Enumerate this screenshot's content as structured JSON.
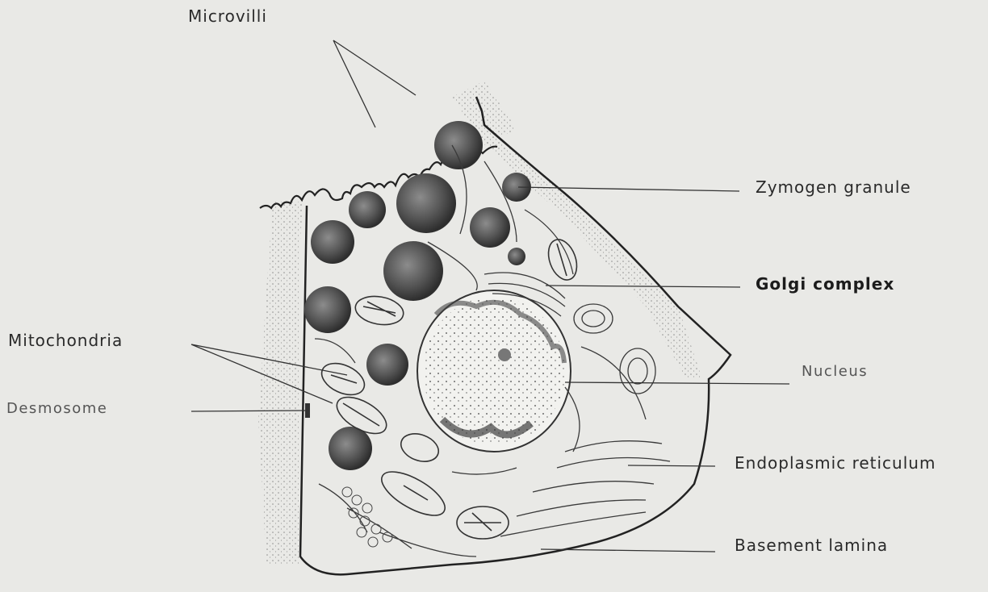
{
  "labels": {
    "microvilli": "Microvilli",
    "zymogen_granule": "Zymogen granule",
    "golgi_complex": "Golgi complex",
    "mitochondria": "Mitochondria",
    "nucleus": "Nucleus",
    "desmosome": "Desmosome",
    "endoplasmic_reticulum": "Endoplasmic reticulum",
    "basement_lamina": "Basement lamina"
  },
  "colors": {
    "background": "#e9e9e6",
    "ink": "#2a2a2a",
    "granule_dark": "#3a3a3a",
    "granule_light": "#8a8a8a"
  }
}
